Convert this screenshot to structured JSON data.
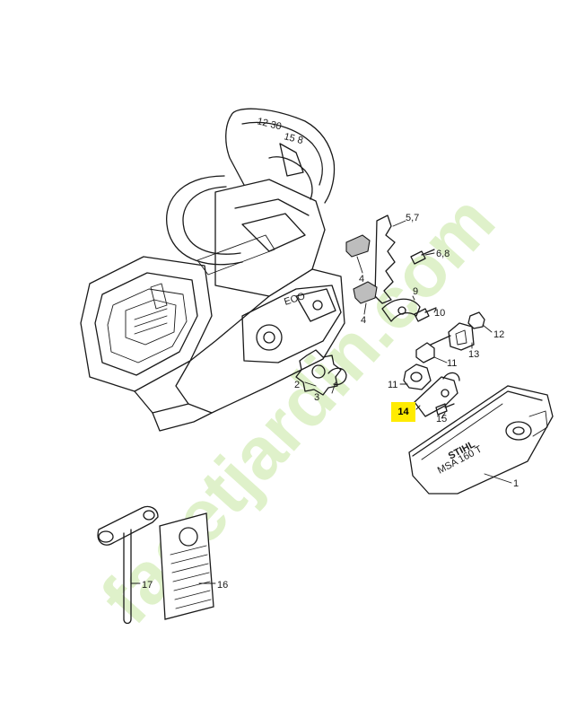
{
  "watermark": {
    "text": "facetjardin.com",
    "colors": [
      "#c6e6a0",
      "#d9cfa8",
      "#e8c2a0"
    ]
  },
  "highlight": {
    "part": "14",
    "color": "#ffeb00"
  },
  "labels": {
    "p57": "5,7",
    "p68": "6,8",
    "p4a": "4",
    "p4b": "4",
    "p9": "9",
    "p10": "10",
    "p12": "12",
    "p13": "13",
    "p11a": "11",
    "p11b": "11",
    "p2": "2",
    "p3": "3",
    "p14": "14",
    "p15": "15",
    "p1": "1",
    "p16": "16",
    "p17": "17"
  },
  "cover_text": {
    "brand": "STIHL",
    "model": "MSA 160 T"
  },
  "chassis_marks": {
    "handle_a": "12 30",
    "handle_b": "15 8",
    "cover_mark": "ECO"
  }
}
